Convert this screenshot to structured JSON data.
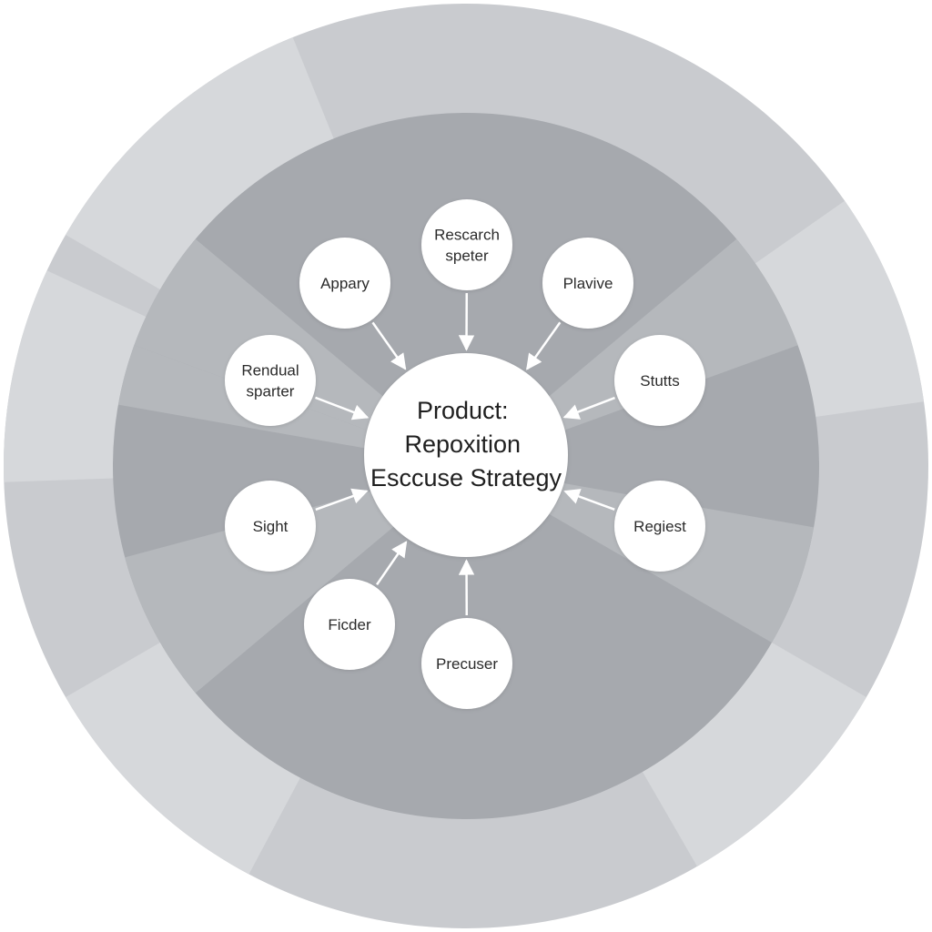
{
  "center": {
    "lines": [
      "Product:",
      "Repoxition",
      "Esccuse Strategy"
    ]
  },
  "nodes": [
    {
      "id": "research-speter",
      "lines": [
        "Rescarch",
        "speter"
      ]
    },
    {
      "id": "plavive",
      "lines": [
        "Plavive"
      ]
    },
    {
      "id": "stutts",
      "lines": [
        "Stutts"
      ]
    },
    {
      "id": "regiest",
      "lines": [
        "Regiest"
      ]
    },
    {
      "id": "precuser",
      "lines": [
        "Precuser"
      ]
    },
    {
      "id": "ficder",
      "lines": [
        "Ficder"
      ]
    },
    {
      "id": "sight",
      "lines": [
        "Sight"
      ]
    },
    {
      "id": "rendual-sparter",
      "lines": [
        "Rendual",
        "sparter"
      ]
    },
    {
      "id": "appary",
      "lines": [
        "Appary"
      ]
    }
  ],
  "colors": {
    "page": "#ffffff",
    "outer_ring": "#c9cbcf",
    "outer_ring_light": "#d6d8db",
    "inner_disc": "#a6a9ae",
    "inner_disc_light": "#b5b8bc",
    "node_fill": "#ffffff",
    "arrow": "#ffffff"
  }
}
